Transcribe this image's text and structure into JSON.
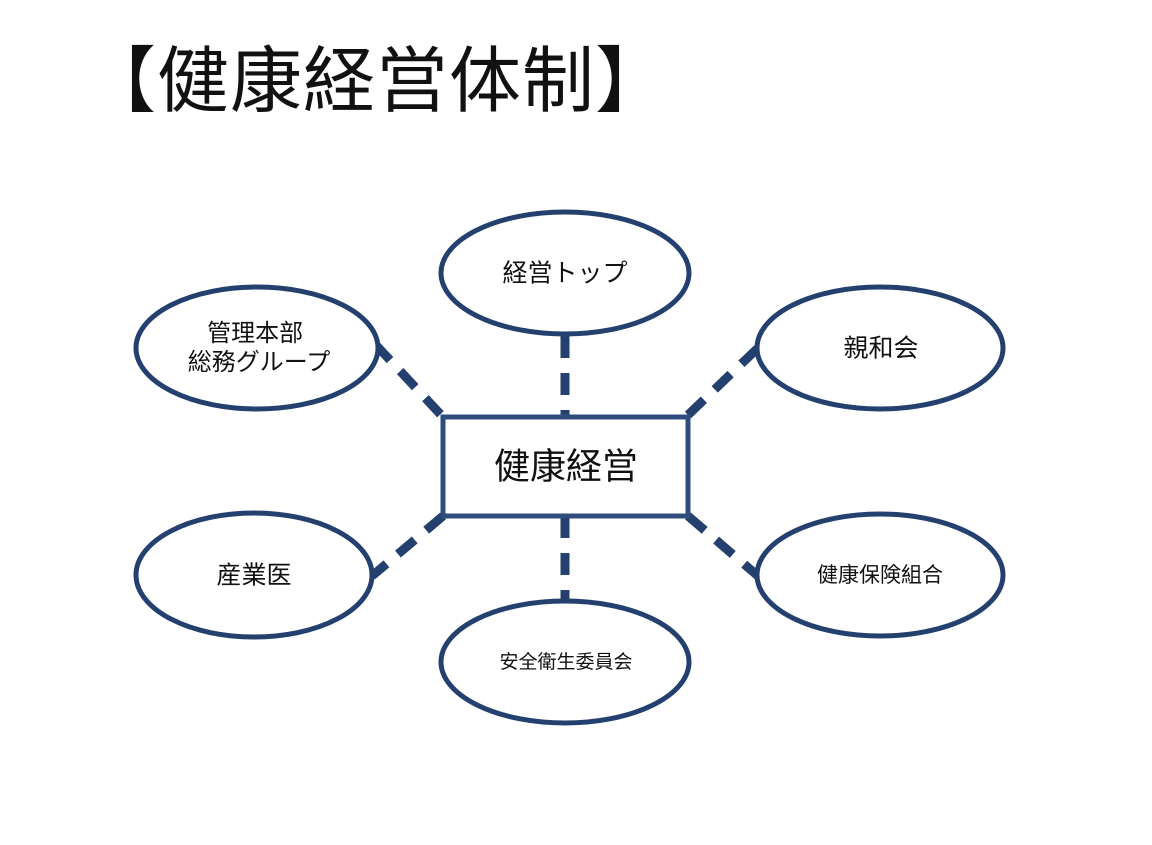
{
  "title": "【健康経営体制】",
  "colors": {
    "stroke": "#24406e",
    "center_stroke": "#2e4d7c",
    "text": "#111111",
    "background": "#ffffff"
  },
  "diagram": {
    "center": {
      "label": "健康経営"
    },
    "nodes": {
      "top": {
        "label": "経営トップ"
      },
      "top_left": {
        "label_lines": [
          "管理本部",
          "総務グループ"
        ]
      },
      "top_right": {
        "label": "親和会"
      },
      "bottom_left": {
        "label": "産業医"
      },
      "bottom": {
        "label": "安全衛生委員会"
      },
      "bottom_right": {
        "label": "健康保険組合"
      }
    }
  }
}
